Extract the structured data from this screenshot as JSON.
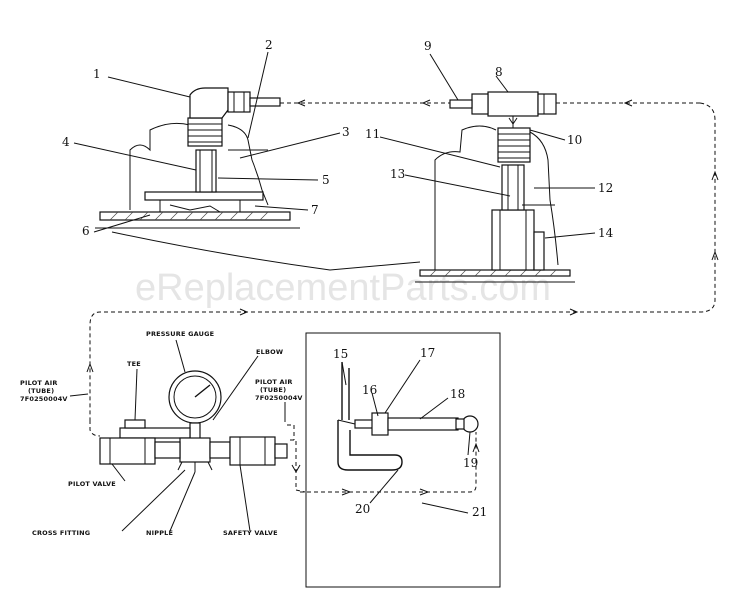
{
  "watermark": "eReplacementParts.com",
  "callouts": [
    "1",
    "2",
    "3",
    "4",
    "5",
    "6",
    "7",
    "8",
    "9",
    "10",
    "11",
    "12",
    "13",
    "14",
    "15",
    "16",
    "17",
    "18",
    "19",
    "20",
    "21"
  ],
  "labels": {
    "pressure_gauge": "PRESSURE GAUGE",
    "elbow": "ELBOW",
    "tee": "TEE",
    "pilot_air_left_1": "PILOT AIR",
    "pilot_air_left_2": "(TUBE)",
    "pilot_air_left_3": "7F0250004V",
    "pilot_air_right_1": "PILOT AIR",
    "pilot_air_right_2": "(TUBE)",
    "pilot_air_right_3": "7F0250004V",
    "pilot_valve": "PILOT VALVE",
    "cross_fitting": "CROSS FITTING",
    "nipple": "NIPPLE",
    "safety_valve": "SAFETY VALVE"
  },
  "colors": {
    "ink": "#111111",
    "paper": "#ffffff",
    "watermark": "#cfcfcf"
  }
}
